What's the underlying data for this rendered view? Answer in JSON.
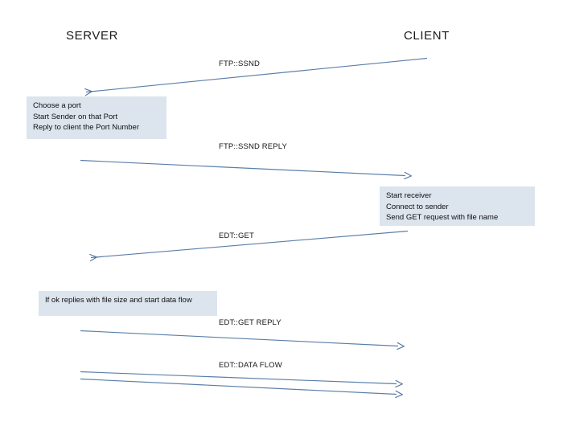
{
  "diagram": {
    "title_visible": false,
    "background_color": "#ffffff",
    "arrow_color": "#5b7ea8",
    "note_fill_color": "#dce4ee",
    "text_color": "#151515",
    "lifelines": [
      {
        "id": "server",
        "label": "SERVER"
      },
      {
        "id": "client",
        "label": "CLIENT"
      }
    ],
    "messages": [
      {
        "id": "msg-ftp-ssnd",
        "label": "FTP::SSND",
        "from": "client",
        "to": "server",
        "direction": "right-to-left"
      },
      {
        "id": "msg-ftp-ssnd-reply",
        "label": "FTP::SSND REPLY",
        "from": "server",
        "to": "client",
        "direction": "left-to-right"
      },
      {
        "id": "msg-edt-get",
        "label": "EDT::GET",
        "from": "client",
        "to": "server",
        "direction": "right-to-left"
      },
      {
        "id": "msg-edt-get-reply",
        "label": "EDT::GET REPLY",
        "from": "server",
        "to": "client",
        "direction": "left-to-right"
      },
      {
        "id": "msg-edt-data-flow",
        "label": "EDT::DATA FLOW",
        "from": "server",
        "to": "client",
        "direction": "left-to-right"
      }
    ],
    "notes": [
      {
        "id": "note-server-choose-port",
        "side": "server",
        "lines": [
          "Choose a port",
          "Start Sender on that Port",
          "Reply to client the Port Number"
        ]
      },
      {
        "id": "note-client-start-receiver",
        "side": "client",
        "lines": [
          "Start receiver",
          "Connect to sender",
          "Send GET request with file name"
        ]
      },
      {
        "id": "note-server-file-size",
        "side": "server",
        "lines": [
          "If ok replies with file size and start data flow"
        ]
      }
    ]
  }
}
